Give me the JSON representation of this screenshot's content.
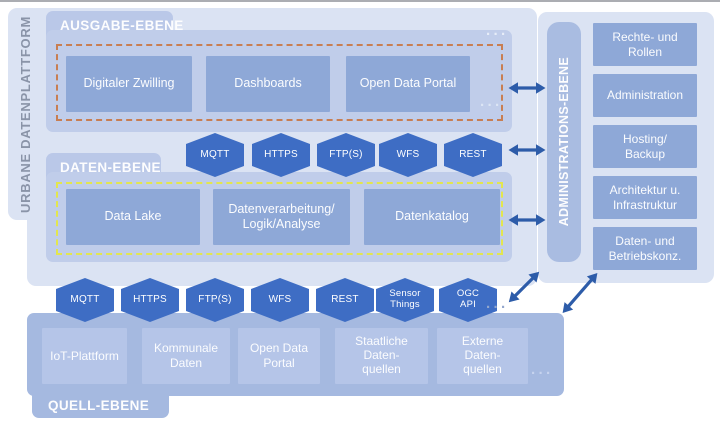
{
  "platform_label": "URBANE DATENPLATTFORM",
  "misc": {
    "ellipsis": "···"
  },
  "colors": {
    "container_light": "#dbe3f3",
    "panel_mid": "#c0cdea",
    "box_dark": "#8ea8d7",
    "quell_panel": "#a5b9e0",
    "quell_box": "#b5c5e8",
    "admin_bar": "#a9bce1",
    "hexagon": "#3e6dc4",
    "arrow": "#2d5ca9",
    "dashed_orange": "#c87e52",
    "dashed_yellow": "#e3e64e",
    "platform_text": "#8a94a8"
  },
  "ausgabe": {
    "title": "AUSGABE-EBENE",
    "boxes": [
      "Digitaler Zwilling",
      "Dashboards",
      "Open Data Portal"
    ]
  },
  "daten": {
    "title": "DATEN-EBENE",
    "boxes": [
      "Data Lake",
      "Datenverarbeitung/\nLogik/Analyse",
      "Datenkatalog"
    ]
  },
  "quelle": {
    "title": "QUELL-EBENE",
    "boxes": [
      "IoT-Plattform",
      "Kommunale\nDaten",
      "Open Data\nPortal",
      "Staatliche\nDaten-\nquellen",
      "Externe\nDaten-\nquellen"
    ]
  },
  "administration": {
    "title": "ADMINISTRATIONS-EBENE",
    "boxes": [
      "Rechte- und\nRollen",
      "Administration",
      "Hosting/\nBackup",
      "Architektur u.\nInfrastruktur",
      "Daten- und\nBetriebskonz."
    ]
  },
  "protocols_upper": [
    "MQTT",
    "HTTPS",
    "FTP(S)",
    "WFS",
    "REST"
  ],
  "protocols_lower": [
    "MQTT",
    "HTTPS",
    "FTP(S)",
    "WFS",
    "REST",
    "Sensor\nThings",
    "OGC\nAPI"
  ]
}
